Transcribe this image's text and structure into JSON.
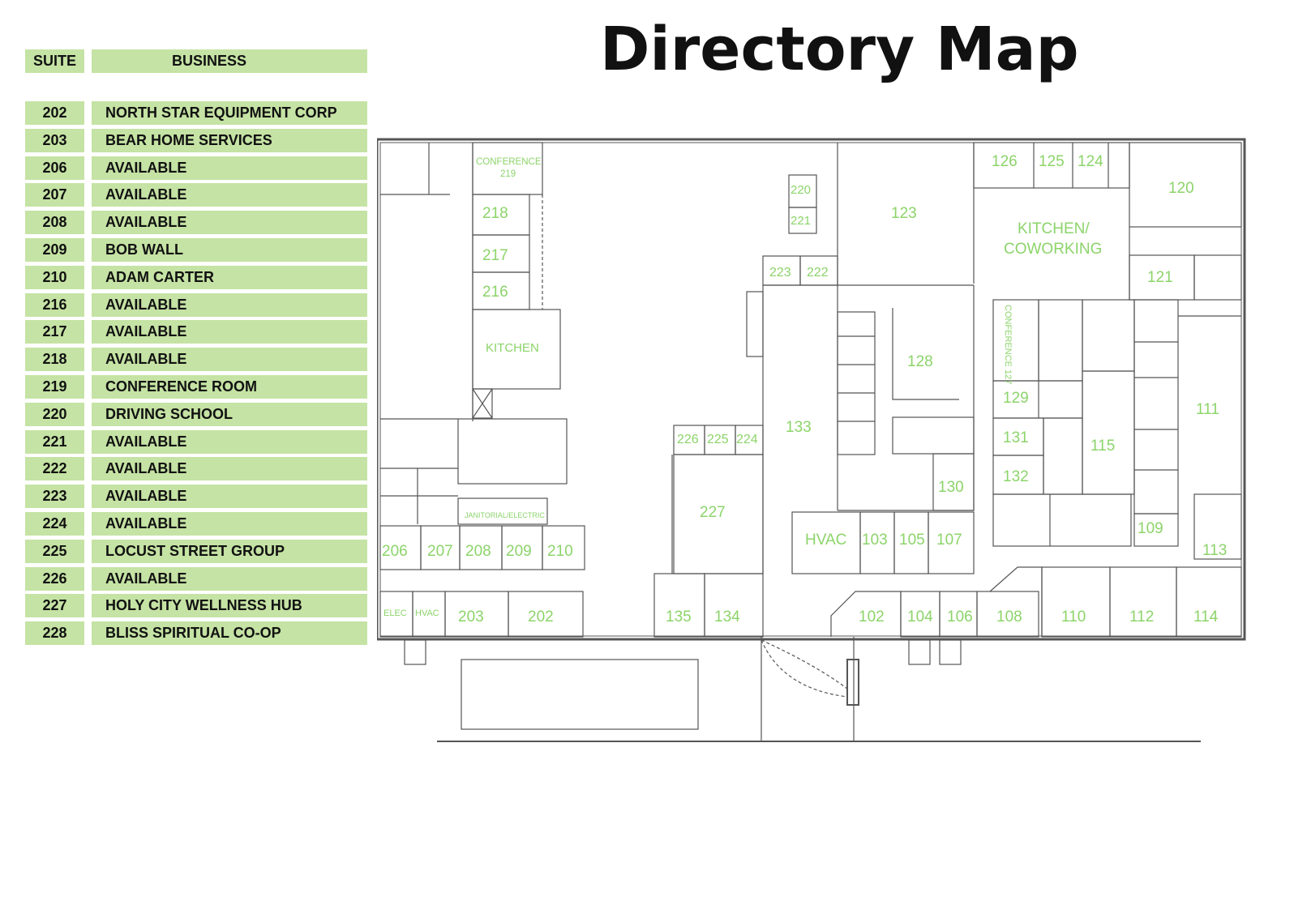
{
  "page": {
    "title": "Directory Map"
  },
  "directory": {
    "header": {
      "suite": "SUITE",
      "business": "BUSINESS"
    },
    "rows": [
      {
        "suite": "202",
        "business": "NORTH STAR EQUIPMENT CORP"
      },
      {
        "suite": "203",
        "business": "BEAR HOME SERVICES"
      },
      {
        "suite": "206",
        "business": "AVAILABLE"
      },
      {
        "suite": "207",
        "business": "AVAILABLE"
      },
      {
        "suite": "208",
        "business": "AVAILABLE"
      },
      {
        "suite": "209",
        "business": "BOB WALL"
      },
      {
        "suite": "210",
        "business": "ADAM CARTER"
      },
      {
        "suite": "216",
        "business": "AVAILABLE"
      },
      {
        "suite": "217",
        "business": "AVAILABLE"
      },
      {
        "suite": "218",
        "business": "AVAILABLE"
      },
      {
        "suite": "219",
        "business": "CONFERENCE ROOM"
      },
      {
        "suite": "220",
        "business": "DRIVING SCHOOL"
      },
      {
        "suite": "221",
        "business": "AVAILABLE"
      },
      {
        "suite": "222",
        "business": "AVAILABLE"
      },
      {
        "suite": "223",
        "business": "AVAILABLE"
      },
      {
        "suite": "224",
        "business": "AVAILABLE"
      },
      {
        "suite": "225",
        "business": "LOCUST STREET GROUP"
      },
      {
        "suite": "226",
        "business": "AVAILABLE"
      },
      {
        "suite": "227",
        "business": "HOLY CITY WELLNESS HUB"
      },
      {
        "suite": "228",
        "business": "BLISS SPIRITUAL CO-OP"
      }
    ]
  },
  "map": {
    "label_color": "#8cd46a",
    "line_color": "#555555",
    "header_fill": "#c5e3a4",
    "rooms": {
      "r218": "218",
      "r217": "217",
      "r216": "216",
      "conference219_a": "CONFERENCE",
      "conference219_b": "219",
      "kitchen": "KITCHEN",
      "r220": "220",
      "r221": "221",
      "r223": "223",
      "r222": "222",
      "r123": "123",
      "r126": "126",
      "r125": "125",
      "r124": "124",
      "r120": "120",
      "kitchen_coworking_a": "KITCHEN/",
      "kitchen_coworking_b": "COWORKING",
      "r121": "121",
      "r128": "128",
      "r133": "133",
      "conference127": "CONFERENCE 127",
      "r129": "129",
      "r131": "131",
      "r132": "132",
      "r115": "115",
      "r111": "111",
      "r130": "130",
      "r109": "109",
      "r113": "113",
      "r226": "226",
      "r225": "225",
      "r224": "224",
      "r227": "227",
      "hvac_main": "HVAC",
      "r103": "103",
      "r105": "105",
      "r107": "107",
      "janitorial": "JANITORIAL/ELECTRIC",
      "r206": "206",
      "r207": "207",
      "r208": "208",
      "r209": "209",
      "r210": "210",
      "elec": "ELEC",
      "hvac_small": "HVAC",
      "r203": "203",
      "r202": "202",
      "r135": "135",
      "r134": "134",
      "r102": "102",
      "r104": "104",
      "r106": "106",
      "r108": "108",
      "r110": "110",
      "r112": "112",
      "r114": "114"
    }
  }
}
